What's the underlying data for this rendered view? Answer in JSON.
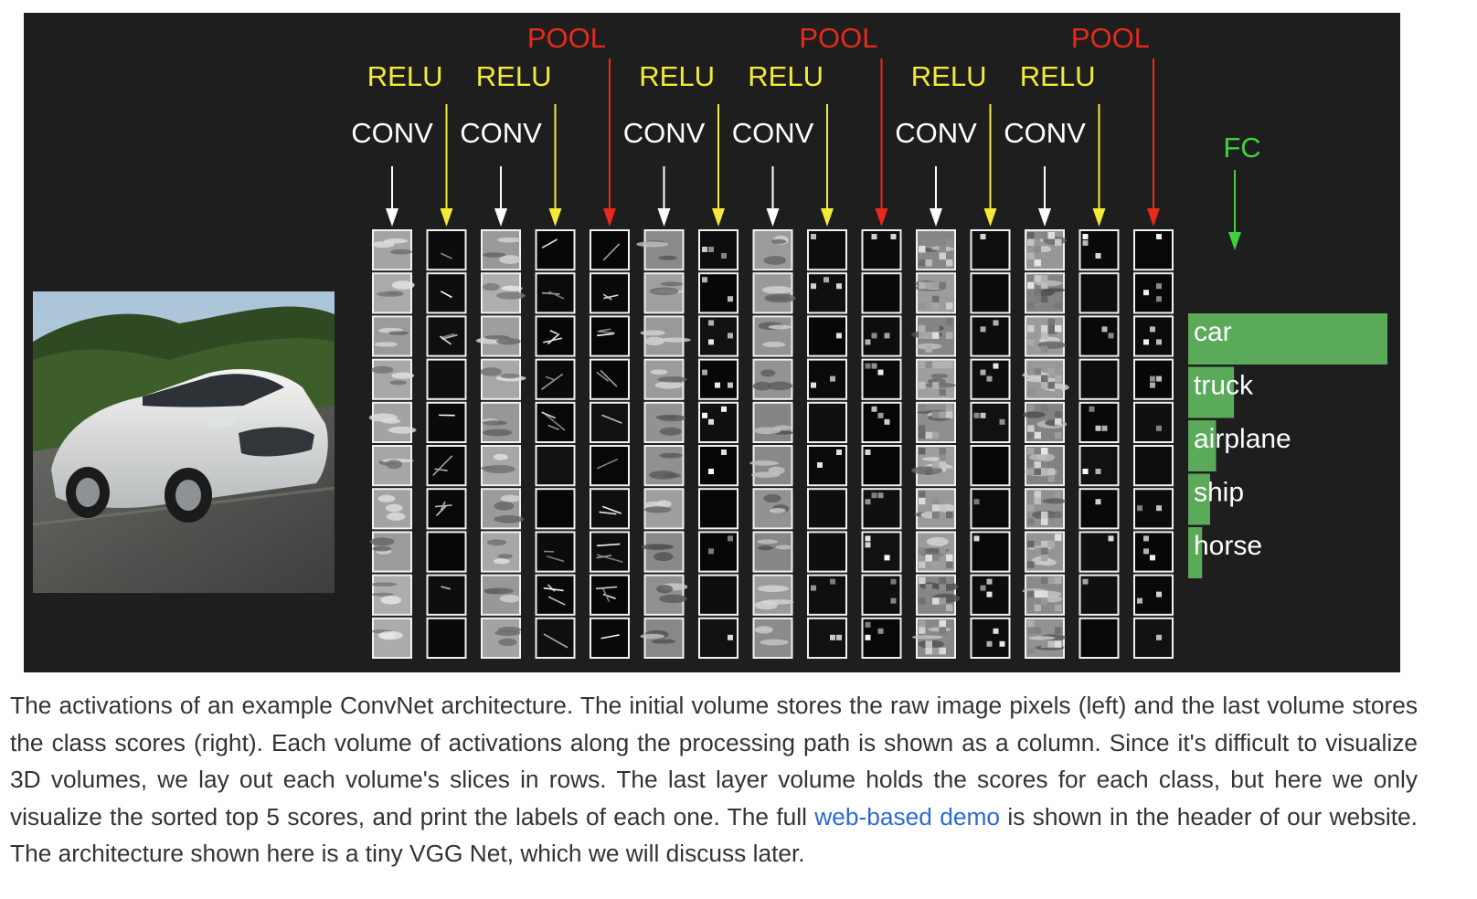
{
  "figure": {
    "layers": [
      "CONV",
      "RELU",
      "CONV",
      "RELU",
      "POOL",
      "CONV",
      "RELU",
      "CONV",
      "RELU",
      "POOL",
      "CONV",
      "RELU",
      "CONV",
      "RELU",
      "POOL"
    ],
    "fc_label": "FC",
    "colors": {
      "background": "#1e1e1e",
      "conv": "#ffffff",
      "relu": "#f4ea38",
      "pool": "#e8291c",
      "fc": "#3fd13f",
      "score_bar": "#5aaa5a"
    },
    "classes": [
      {
        "label": "car",
        "score": 1.0
      },
      {
        "label": "truck",
        "score": 0.23
      },
      {
        "label": "airplane",
        "score": 0.14
      },
      {
        "label": "ship",
        "score": 0.11
      },
      {
        "label": "horse",
        "score": 0.07
      }
    ],
    "slices_per_column": 10
  },
  "caption": {
    "text_before": "The activations of an example ConvNet architecture. The initial volume stores the raw image pixels (left) and the last volume stores the class scores (right). Each volume of activations along the processing path is shown as a column. Since it's difficult to visualize 3D volumes, we lay out each volume's slices in rows. The last layer volume holds the scores for each class, but here we only visualize the sorted top 5 scores, and print the labels of each one. The full ",
    "link_text": "web-based demo",
    "text_after": " is shown in the header of our website. The architecture shown here is a tiny VGG Net, which we will discuss later."
  }
}
